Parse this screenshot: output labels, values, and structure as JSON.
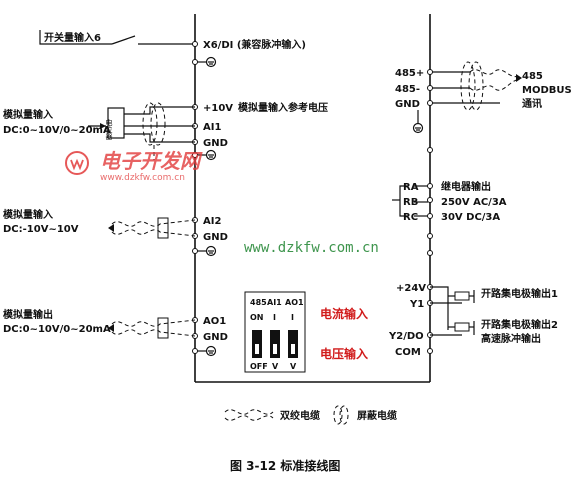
{
  "left_labels": {
    "switch_input": "开关量输入6",
    "analog_in1_title": "模拟量输入",
    "analog_in1_range": "DC:0~10V/0~20mA",
    "pot_label": "电位器",
    "analog_in2_title": "模拟量输入",
    "analog_in2_range": "DC:-10V~10V",
    "analog_out_title": "模拟量输出",
    "analog_out_range": "DC:0~10V/0~20mA"
  },
  "left_terminals": {
    "x6": "X6/DI (兼容脉冲输入)",
    "plus10v": "+10V",
    "plus10v_desc": "模拟量输入参考电压",
    "ai1": "AI1",
    "gnd1": "GND",
    "ai2": "AI2",
    "gnd2": "GND",
    "ao1": "AO1",
    "gnd3": "GND"
  },
  "right_terminals": {
    "rs485p": "485+",
    "rs485n": "485-",
    "gnd": "GND",
    "ra": "RA",
    "rb": "RB",
    "rc": "RC",
    "p24v": "+24V",
    "y1": "Y1",
    "y2do": "Y2/DO",
    "com": "COM"
  },
  "right_labels": {
    "modbus_1": "485",
    "modbus_2": "MODBUS",
    "modbus_3": "通讯",
    "relay_1": "继电器输出",
    "relay_2": "250V AC/3A",
    "relay_3": "30V  DC/3A",
    "oc1": "开路集电极输出1",
    "oc2": "开路集电极输出2",
    "pulse": "高速脉冲输出"
  },
  "dip": {
    "header": [
      "485",
      "AI1",
      "AO1"
    ],
    "row2": [
      "ON",
      "I",
      "I"
    ],
    "footer": [
      "OFF",
      "V",
      "V"
    ],
    "current_label": "电流输入",
    "voltage_label": "电压输入"
  },
  "legend": {
    "twisted": "双绞电缆",
    "shielded": "屏蔽电缆"
  },
  "watermark": {
    "logo_text": "电子开发网",
    "url_small": "www.dzkfw.com.cn",
    "url_big": "www.dzkfw.com.cn"
  },
  "caption": "图 3-12  标准接线图",
  "colors": {
    "red_text": "#d11a1a",
    "watermark_red": "#e23b3b",
    "watermark_green": "#2a8a3a"
  }
}
